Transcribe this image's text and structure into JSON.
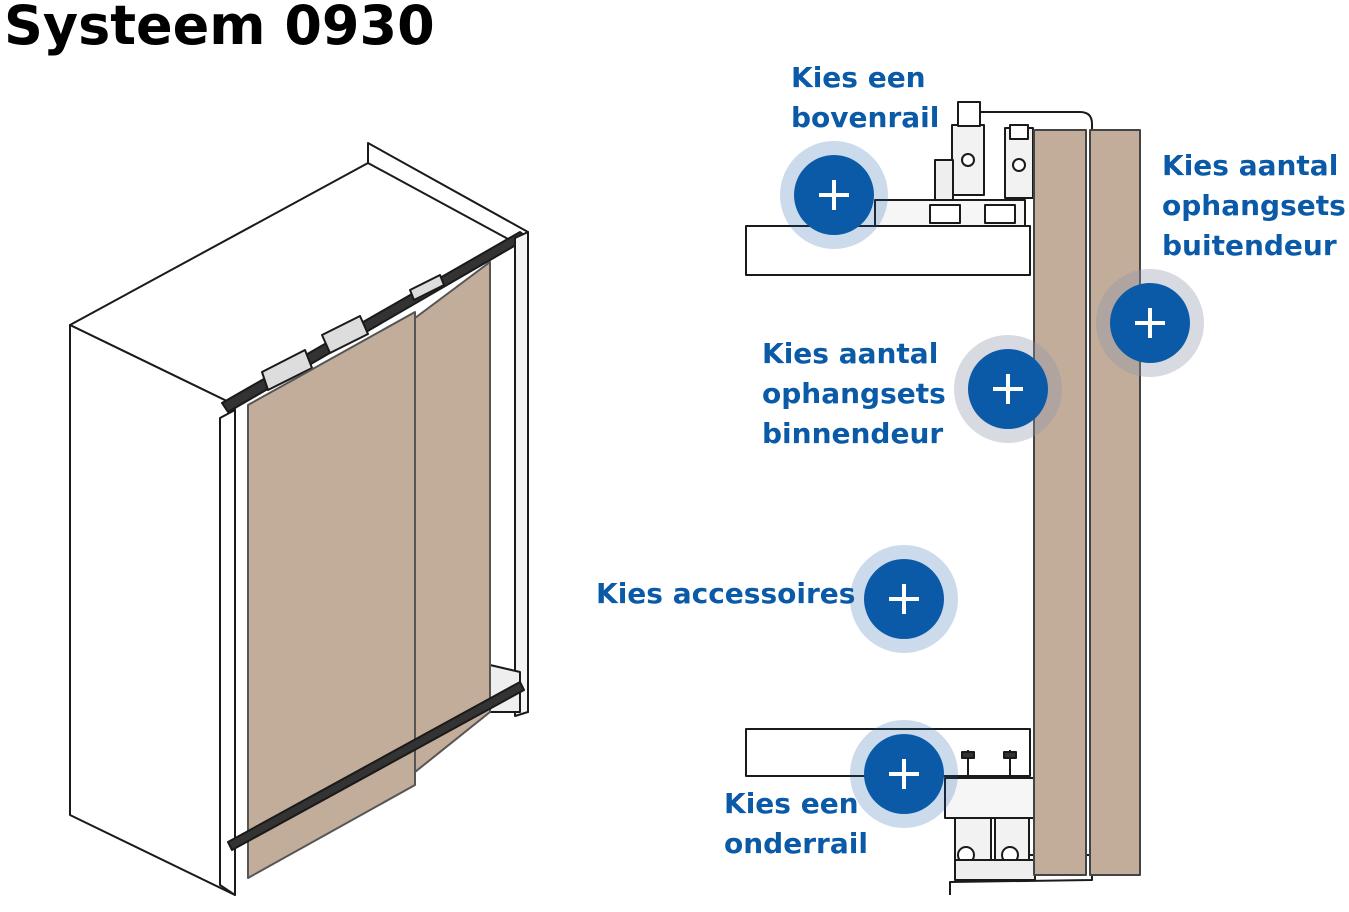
{
  "title": "Systeem 0930",
  "colors": {
    "accent": "#0a5aa8",
    "door": "#c2ad9b",
    "line": "#1a1a1a"
  },
  "hotspots": [
    {
      "id": "top-rail",
      "label_lines": [
        "Kies een",
        "bovenrail"
      ],
      "icon": "plus-icon"
    },
    {
      "id": "outer-hangers",
      "label_lines": [
        "Kies aantal",
        "ophangsets",
        "buitendeur"
      ],
      "icon": "plus-icon"
    },
    {
      "id": "inner-hangers",
      "label_lines": [
        "Kies aantal",
        "ophangsets",
        "binnendeur"
      ],
      "icon": "plus-icon"
    },
    {
      "id": "accessories",
      "label_lines": [
        "Kies accessoires"
      ],
      "icon": "plus-icon"
    },
    {
      "id": "bottom-rail",
      "label_lines": [
        "Kies een",
        "onderrail"
      ],
      "icon": "plus-icon"
    }
  ]
}
